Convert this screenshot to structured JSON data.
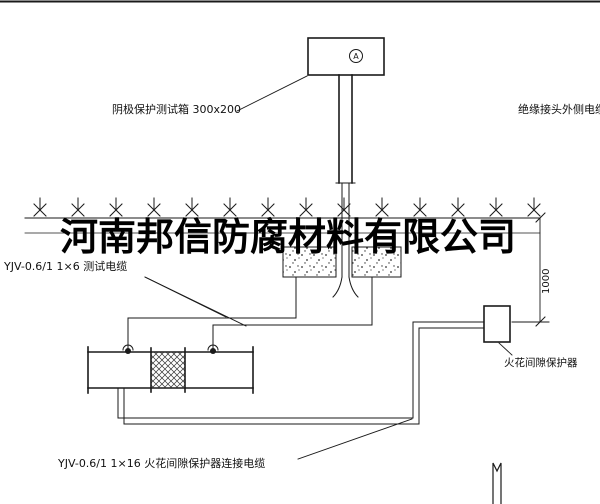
{
  "page": {
    "background": "#ffffff",
    "line_color": "#1a1a1a"
  },
  "labels": {
    "test_box": "阴极保护测试箱 300x200",
    "outer_cable": "绝缘接头外侧电缆",
    "test_cable": "YJV-0.6/1 1×6  测试电缆",
    "spark_gap": "火花间隙保护器",
    "connect_cable": "YJV-0.6/1 1×16  火花间隙保护器连接电缆",
    "dimension": "1000",
    "circle_marker": "A"
  },
  "watermark": "河南邦信防腐材料有限公司"
}
